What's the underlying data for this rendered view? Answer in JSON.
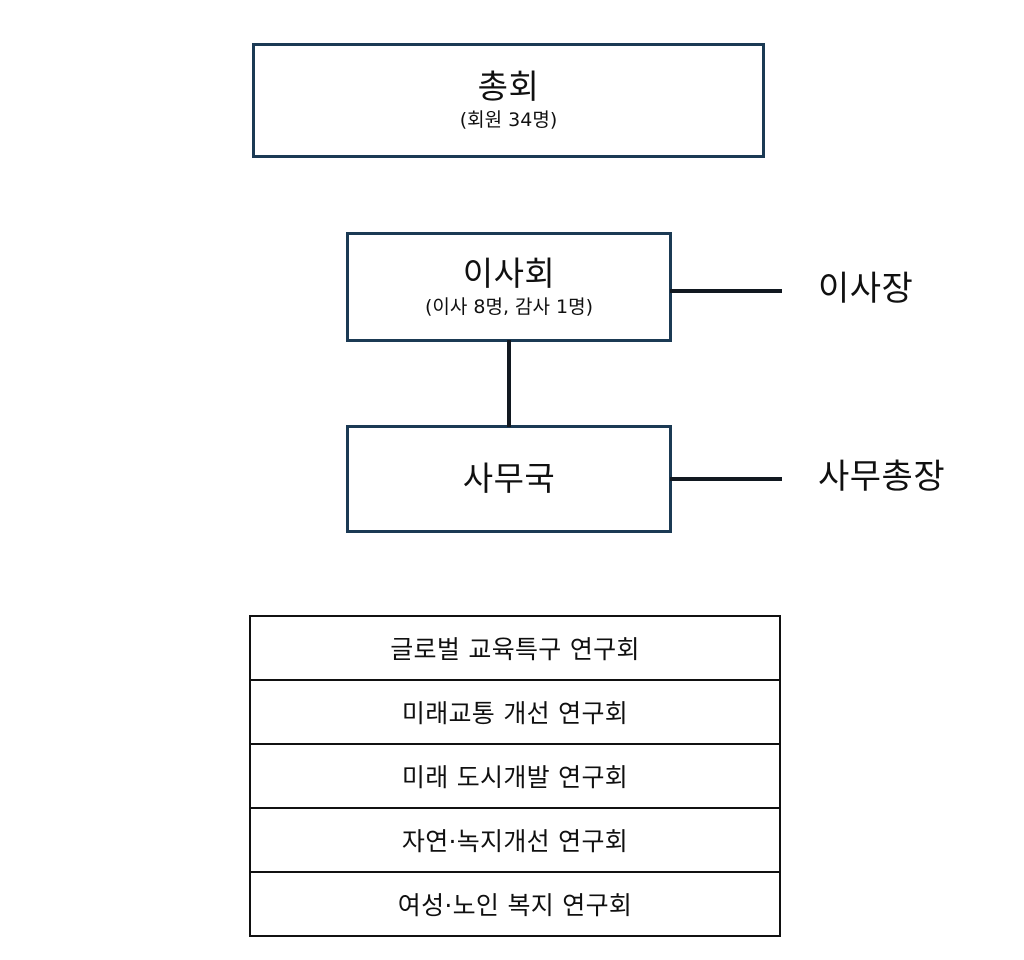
{
  "diagram": {
    "type": "organization-chart",
    "colors": {
      "box_border": "#1b3a54",
      "connector": "#111820",
      "table_border": "#111111",
      "text": "#101010",
      "background": "#ffffff"
    },
    "nodes": {
      "assembly": {
        "title": "총회",
        "subtitle": "(회원 34명)"
      },
      "board": {
        "title": "이사회",
        "subtitle": "(이사 8명, 감사 1명)"
      },
      "secretariat": {
        "title": "사무국",
        "subtitle": ""
      }
    },
    "roles": {
      "chairman": "이사장",
      "secretary_general": "사무총장"
    },
    "research_groups": {
      "rows": [
        "글로벌 교육특구 연구회",
        "미래교통 개선 연구회",
        "미래 도시개발 연구회",
        "자연·녹지개선 연구회",
        "여성·노인 복지 연구회"
      ]
    }
  }
}
